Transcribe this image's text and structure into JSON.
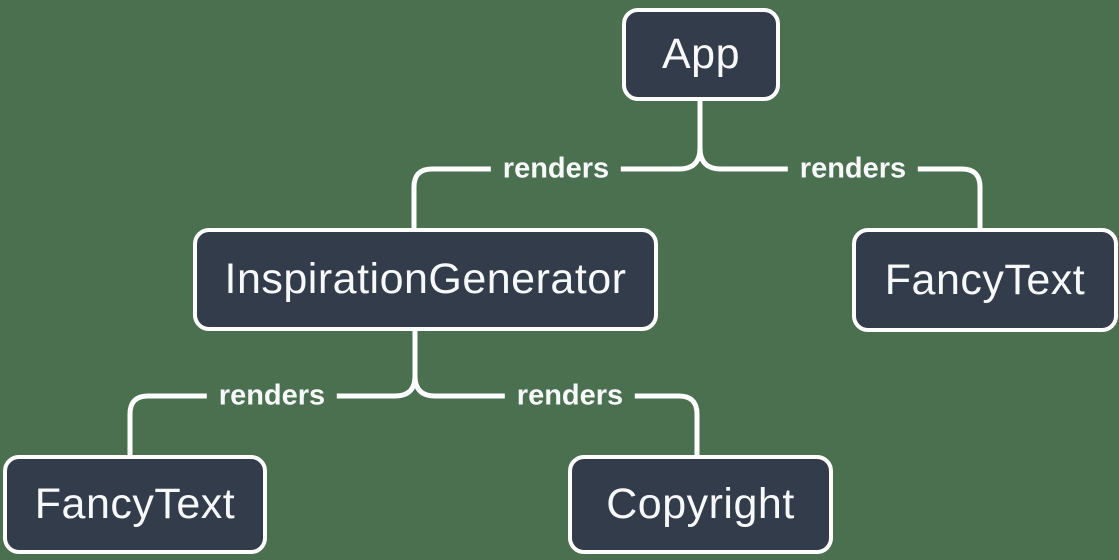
{
  "colors": {
    "background": "#4A7050",
    "node_fill": "#333C4A",
    "node_border": "#FFFFFF",
    "edge_line": "#FFFFFF",
    "text": "#F7F8FA"
  },
  "nodes": [
    {
      "id": "app",
      "label": "App"
    },
    {
      "id": "inspiration-generator",
      "label": "InspirationGenerator"
    },
    {
      "id": "fancy-text-top",
      "label": "FancyText"
    },
    {
      "id": "fancy-text-bottom",
      "label": "FancyText"
    },
    {
      "id": "copyright",
      "label": "Copyright"
    }
  ],
  "edges": [
    {
      "from": "App",
      "to": "InspirationGenerator",
      "label": "renders"
    },
    {
      "from": "App",
      "to": "FancyText",
      "label": "renders"
    },
    {
      "from": "InspirationGenerator",
      "to": "FancyText",
      "label": "renders"
    },
    {
      "from": "InspirationGenerator",
      "to": "Copyright",
      "label": "renders"
    }
  ]
}
